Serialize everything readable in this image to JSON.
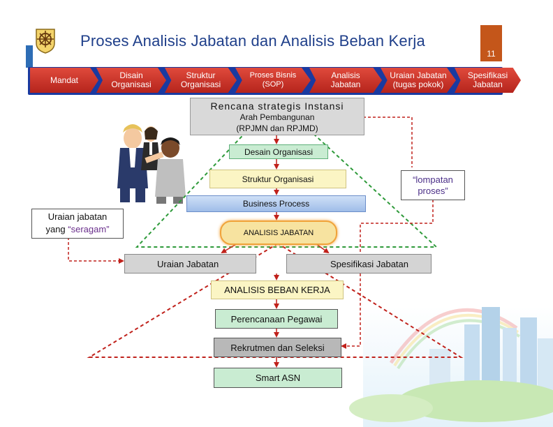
{
  "header": {
    "title": "Proses Analisis Jabatan dan Analisis Beban Kerja",
    "page_number": "11"
  },
  "process_steps": [
    {
      "label": "Mandat"
    },
    {
      "label": "Disain\nOrganisasi"
    },
    {
      "label": "Struktur\nOrganisasi"
    },
    {
      "label": "Proses Bisnis\n(SOP)"
    },
    {
      "label": "Analisis\nJabatan"
    },
    {
      "label": "Uraian Jabatan\n(tugas pokok)"
    },
    {
      "label": "Spesifikasi\nJabatan"
    }
  ],
  "flow": {
    "rencana_title": "Rencana strategis Instansi",
    "rencana_sub1": "Arah Pembangunan",
    "rencana_sub2": "(RPJMN dan RPJMD)",
    "desain_organisasi": "Desain Organisasi",
    "struktur_organisasi": "Struktur Organisasi",
    "business_process": "Business Process",
    "analisis_jabatan": "ANALISIS JABATAN",
    "uraian_jabatan": "Uraian Jabatan",
    "spesifikasi_jabatan": "Spesifikasi Jabatan",
    "analisis_beban_kerja": "ANALISIS BEBAN KERJA",
    "perencanaan_pegawai": "Perencanaan Pegawai",
    "rekrutmen_seleksi": "Rekrutmen dan Seleksi",
    "smart_asn": "Smart ASN"
  },
  "callouts": {
    "seragam_line1": "Uraian jabatan",
    "seragam_line2_prefix": "yang ",
    "seragam_line2_highlight": "“seragam”",
    "lompatan_line1": "“lompatan",
    "lompatan_line2": "proses”"
  },
  "colors": {
    "title": "#1f3f8a",
    "band": "#1a3aa0",
    "chevron": "#d23a2e",
    "green_triangle": "#2e9a3a",
    "red_triangle": "#c0211b",
    "arrow": "#c0211b"
  },
  "icons": {
    "logo": "ship-wheel-emblem",
    "illustration": "business-people-handshake"
  }
}
